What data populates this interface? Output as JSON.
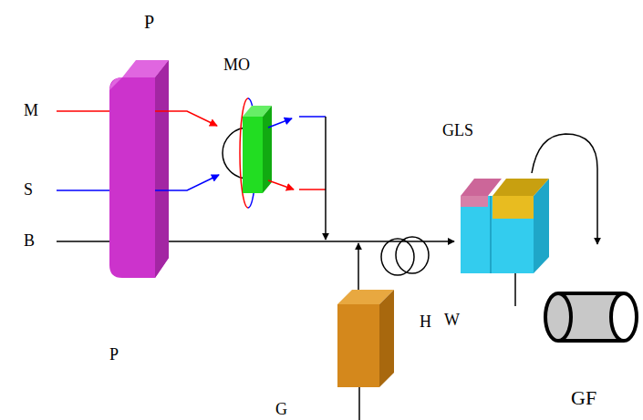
{
  "diagram": {
    "labels": [
      "P",
      "MO",
      "M",
      "GLS",
      "S",
      "B",
      "W",
      "H",
      "P",
      "GF",
      "G"
    ]
  }
}
